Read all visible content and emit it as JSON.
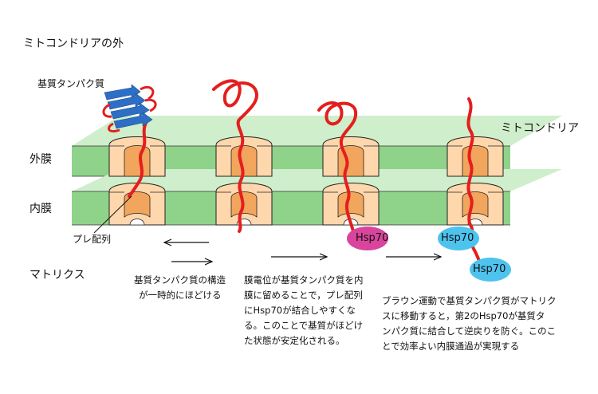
{
  "labels": {
    "outside": "ミトコンドリアの外",
    "mitochondria": "ミトコンドリア",
    "outer_membrane": "外膜",
    "inner_membrane": "内膜",
    "matrix": "マトリクス",
    "substrate_protein": "基質タンパク質",
    "presequence": "プレ配列"
  },
  "hsp": {
    "a": "Hsp70",
    "b": "Hsp70",
    "c": "Hsp70"
  },
  "captions": {
    "c1": [
      "基質タンパク質の構造",
      "が一時的にほどける"
    ],
    "c2": [
      "膜電位が基質タンパク質を内",
      "膜に留めることで，プレ配列",
      "にHsp70が結合しやすくな",
      "る。このことで基質がほどけ",
      "た状態が安定化される。"
    ],
    "c3": [
      "ブラウン運動で基質タンパク質がマトリク",
      "スに移動すると，第2のHsp70が基質タ",
      "ンパク質に結合して逆戻りを防ぐ。このこ",
      "とで効率よい内膜通過が実現する"
    ]
  },
  "colors": {
    "membrane_face": "#8fd28a",
    "membrane_top": "#cfeecb",
    "channel": "#ffd7ad",
    "chain": "#e41e1e",
    "beta_sheet": "#2c6fc4",
    "hsp_magenta": "#d9449c",
    "hsp_cyan": "#4dc3ee"
  }
}
